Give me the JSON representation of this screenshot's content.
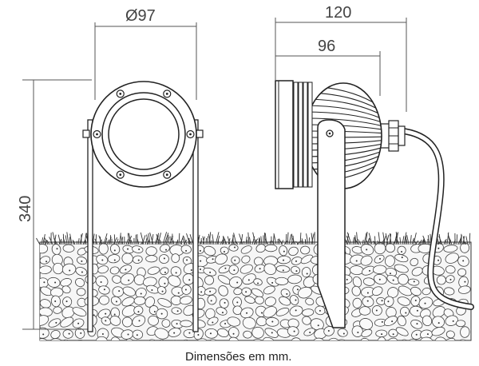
{
  "dimensions": {
    "diameter": "Ø97",
    "total_length": "120",
    "body_length": "96",
    "height": "340"
  },
  "caption": "Dimensões em mm.",
  "colors": {
    "line": "#222222",
    "dimension": "#555555",
    "grass": "#333333",
    "stone_fill": "#f4f4f4"
  }
}
